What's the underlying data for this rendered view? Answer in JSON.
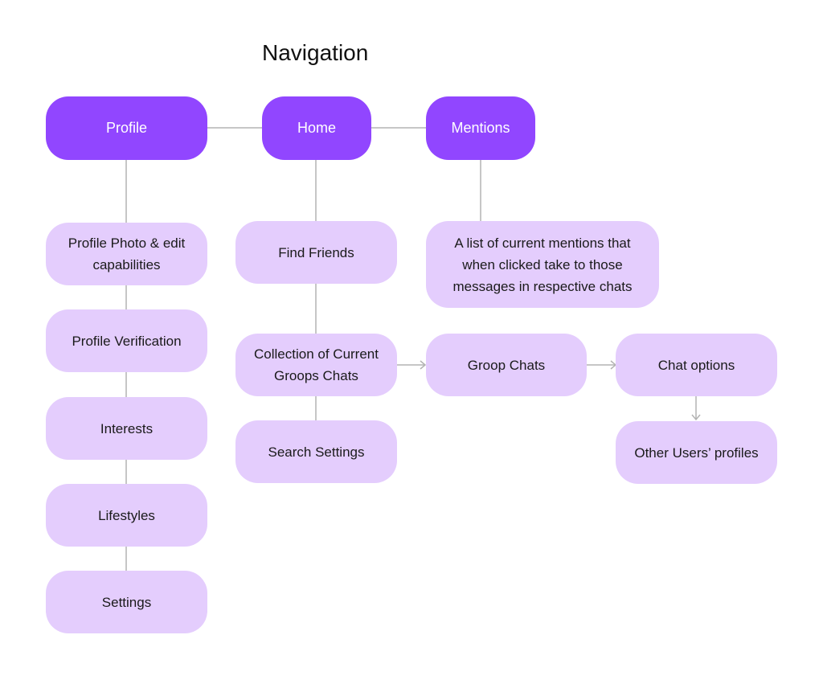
{
  "title": "Navigation",
  "colors": {
    "primary_node": "#9146ff",
    "secondary_node": "#e4cdfd",
    "connector": "#b3b3b3"
  },
  "nodes": {
    "profile": "Profile",
    "home": "Home",
    "mentions": "Mentions",
    "profile_photo": "Profile Photo & edit capabilities",
    "profile_verification": "Profile Verification",
    "interests": "Interests",
    "lifestyles": "Lifestyles",
    "settings": "Settings",
    "find_friends": "Find Friends",
    "collection_groops": "Collection of Current Groops Chats",
    "search_settings": "Search Settings",
    "mentions_list": "A list of current mentions that when clicked take to those messages in respective chats",
    "groop_chats": "Groop Chats",
    "chat_options": "Chat options",
    "other_profiles": "Other Users’ profiles"
  }
}
